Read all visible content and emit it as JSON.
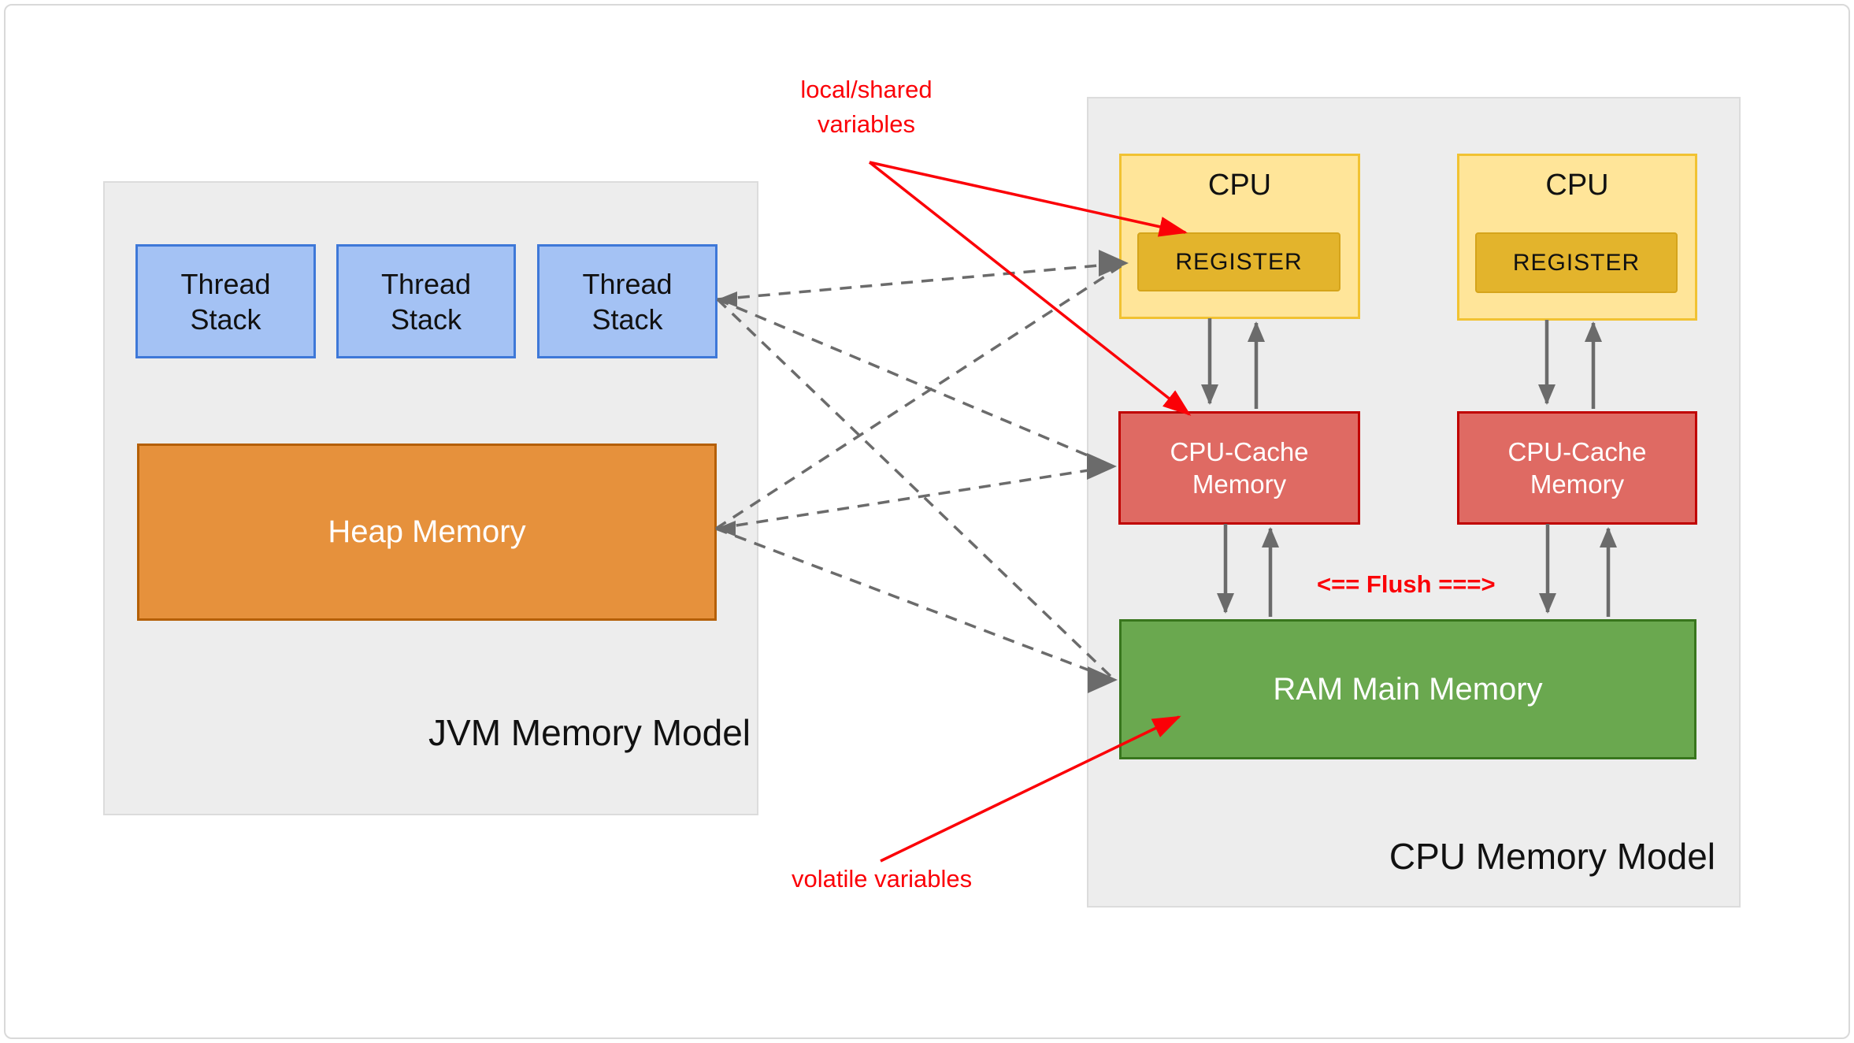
{
  "diagram": {
    "jvm": {
      "title": "JVM Memory Model",
      "thread_stacks": [
        "Thread Stack",
        "Thread Stack",
        "Thread Stack"
      ],
      "heap_label": "Heap Memory"
    },
    "cpu": {
      "title": "CPU Memory Model",
      "cpu_labels": [
        "CPU",
        "CPU"
      ],
      "register_labels": [
        "REGISTER",
        "REGISTER"
      ],
      "cache_labels": [
        "CPU-Cache Memory",
        "CPU-Cache Memory"
      ],
      "ram_label": "RAM Main Memory"
    },
    "annotations": {
      "local_shared_line1": "local/shared",
      "local_shared_line2": "variables",
      "volatile_label": "volatile variables",
      "flush_label": "<== Flush ===>"
    },
    "colors": {
      "frame_border": "#d9d9d9",
      "panel_fill": "#ededed",
      "panel_border": "#dcdcdc",
      "thread_fill": "#a4c2f4",
      "thread_border": "#3e78d8",
      "heap_fill": "#e6913c",
      "heap_border": "#b45f06",
      "cpu_fill": "#ffe599",
      "cpu_border": "#f1c232",
      "register_fill": "#e3b42c",
      "register_border": "#d5a41b",
      "cache_fill": "#df6a63",
      "cache_border": "#c00000",
      "ram_fill": "#6aa84f",
      "ram_border": "#38761d",
      "annotation_red": "#fb0007",
      "connector_gray": "#6b6b6b",
      "text_dark": "#111111",
      "text_light": "#ffffff"
    }
  }
}
